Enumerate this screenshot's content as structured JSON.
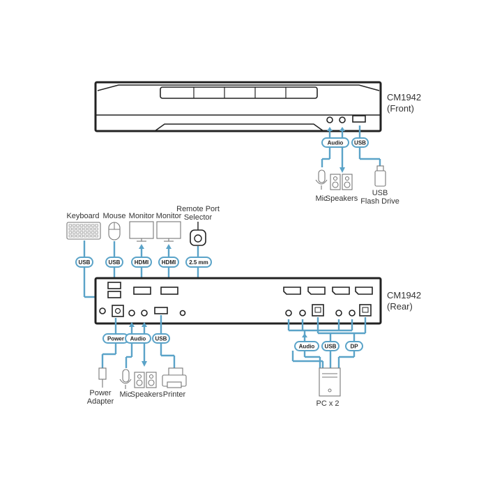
{
  "front": {
    "model": "CM1942",
    "view": "(Front)",
    "tags": {
      "audio": "Audio",
      "usb": "USB"
    },
    "devices": {
      "mic": "Mic",
      "speakers": "Speakers",
      "usb_flash_1": "USB",
      "usb_flash_2": "Flash Drive"
    }
  },
  "rear": {
    "model": "CM1942",
    "view": "(Rear)",
    "top_devices": {
      "keyboard": "Keyboard",
      "mouse": "Mouse",
      "monitor_1": "Monitor",
      "monitor_2": "Monitor",
      "remote_1": "Remote Port",
      "remote_2": "Selector"
    },
    "top_tags": {
      "usb_1": "USB",
      "usb_2": "USB",
      "hdmi_1": "HDMI",
      "hdmi_2": "HDMI",
      "mm": "2.5 mm"
    },
    "bottom_tags": {
      "power": "Power",
      "audio": "Audio",
      "usb": "USB"
    },
    "bottom_devices": {
      "power_1": "Power",
      "power_2": "Adapter",
      "mic": "Mic",
      "speakers": "Speakers",
      "printer": "Printer"
    },
    "pc_tags": {
      "audio": "Audio",
      "usb": "USB",
      "dp": "DP"
    },
    "pc_label": "PC x 2"
  },
  "colors": {
    "connector": "#5aa3c8",
    "device": "#222222"
  }
}
